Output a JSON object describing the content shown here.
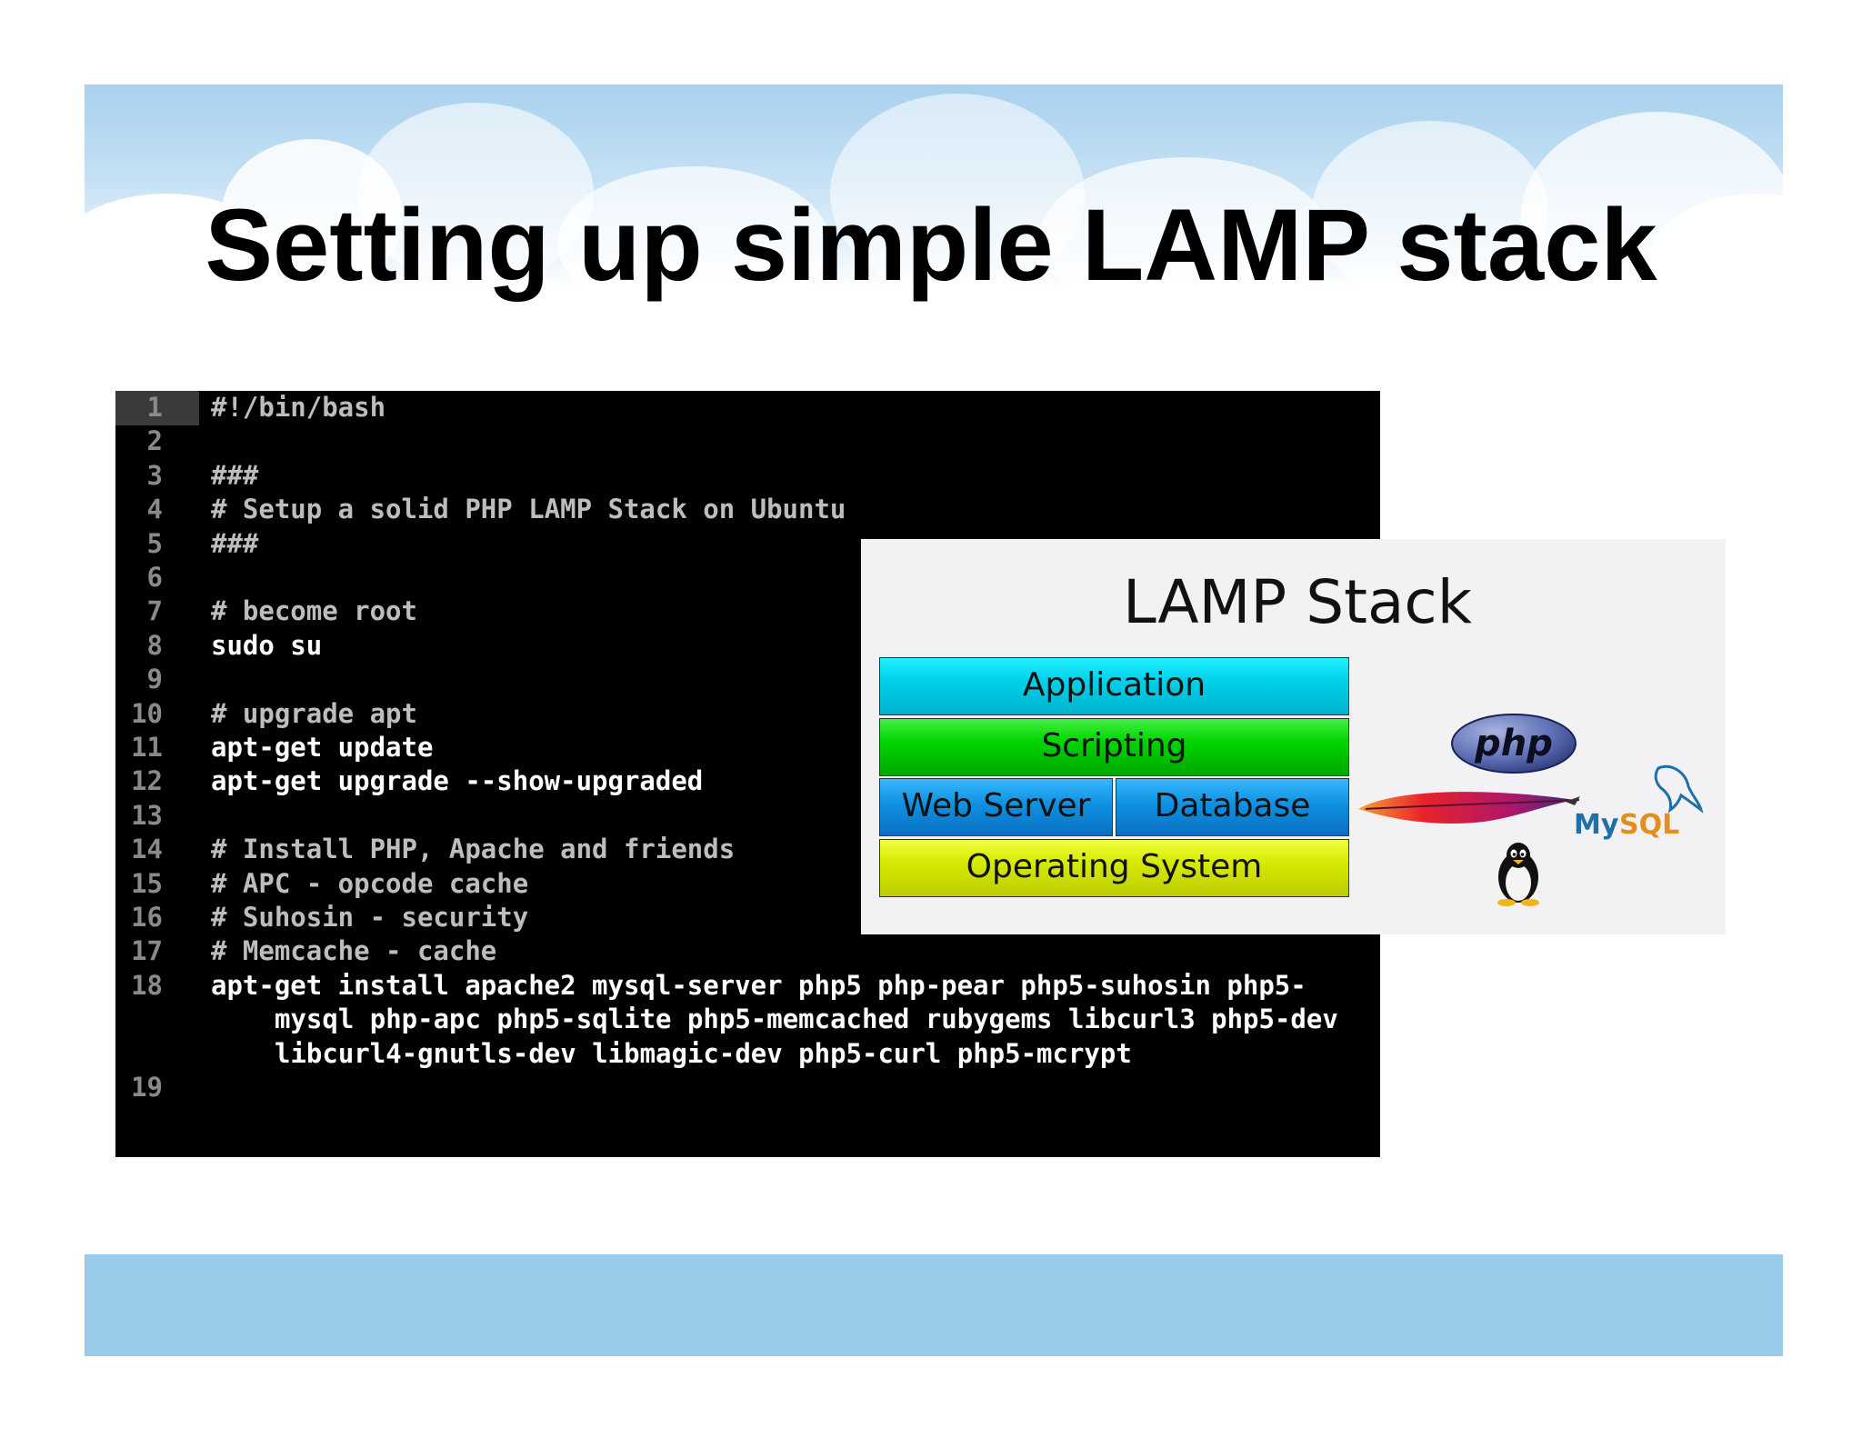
{
  "slide": {
    "title": "Setting up simple LAMP stack"
  },
  "code": {
    "lines": [
      {
        "no": "1",
        "text": "#!/bin/bash",
        "kind": "comment"
      },
      {
        "no": "2",
        "text": "",
        "kind": "blank"
      },
      {
        "no": "3",
        "text": "###",
        "kind": "comment"
      },
      {
        "no": "4",
        "text": "# Setup a solid PHP LAMP Stack on Ubuntu",
        "kind": "comment"
      },
      {
        "no": "5",
        "text": "###",
        "kind": "comment"
      },
      {
        "no": "6",
        "text": "",
        "kind": "blank"
      },
      {
        "no": "7",
        "text": "# become root",
        "kind": "comment"
      },
      {
        "no": "8",
        "text": "sudo su",
        "kind": "command"
      },
      {
        "no": "9",
        "text": "",
        "kind": "blank"
      },
      {
        "no": "10",
        "text": "# upgrade apt",
        "kind": "comment"
      },
      {
        "no": "11",
        "text": "apt-get update",
        "kind": "command"
      },
      {
        "no": "12",
        "text": "apt-get upgrade --show-upgraded",
        "kind": "command"
      },
      {
        "no": "13",
        "text": "",
        "kind": "blank"
      },
      {
        "no": "14",
        "text": "# Install PHP, Apache and friends",
        "kind": "comment"
      },
      {
        "no": "15",
        "text": "# APC - opcode cache",
        "kind": "comment"
      },
      {
        "no": "16",
        "text": "# Suhosin - security",
        "kind": "comment"
      },
      {
        "no": "17",
        "text": "# Memcache - cache",
        "kind": "comment"
      },
      {
        "no": "18",
        "text": "apt-get install apache2 mysql-server php5 php-pear php5-suhosin php5-",
        "kind": "command"
      },
      {
        "no": "",
        "text": "mysql php-apc php5-sqlite php5-memcached rubygems libcurl3 php5-dev",
        "kind": "continuation"
      },
      {
        "no": "",
        "text": "libcurl4-gnutls-dev libmagic-dev php5-curl php5-mcrypt",
        "kind": "continuation"
      },
      {
        "no": "19",
        "text": "",
        "kind": "blank"
      }
    ]
  },
  "lamp": {
    "title": "LAMP Stack",
    "layers": {
      "application": "Application",
      "scripting": "Scripting",
      "web_server": "Web Server",
      "database": "Database",
      "operating_system": "Operating System"
    },
    "logos": {
      "php": {
        "icon": "php-logo-icon",
        "text": "php",
        "color": "#5b6db4"
      },
      "apache": {
        "icon": "apache-feather-icon"
      },
      "mysql": {
        "icon": "mysql-dolphin-icon",
        "text_my": "My",
        "text_sql": "SQL",
        "color_my": "#1f6fa8",
        "color_sql": "#e48e1e"
      },
      "linux": {
        "icon": "tux-penguin-icon"
      }
    }
  },
  "colors": {
    "header_band": "#b5d9f1",
    "footer_band": "#99cbea",
    "editor_bg": "#000000",
    "layer_app": "#00d0e8",
    "layer_script": "#00d400",
    "layer_web_db": "#0f90e0",
    "layer_os": "#d6ea00"
  }
}
